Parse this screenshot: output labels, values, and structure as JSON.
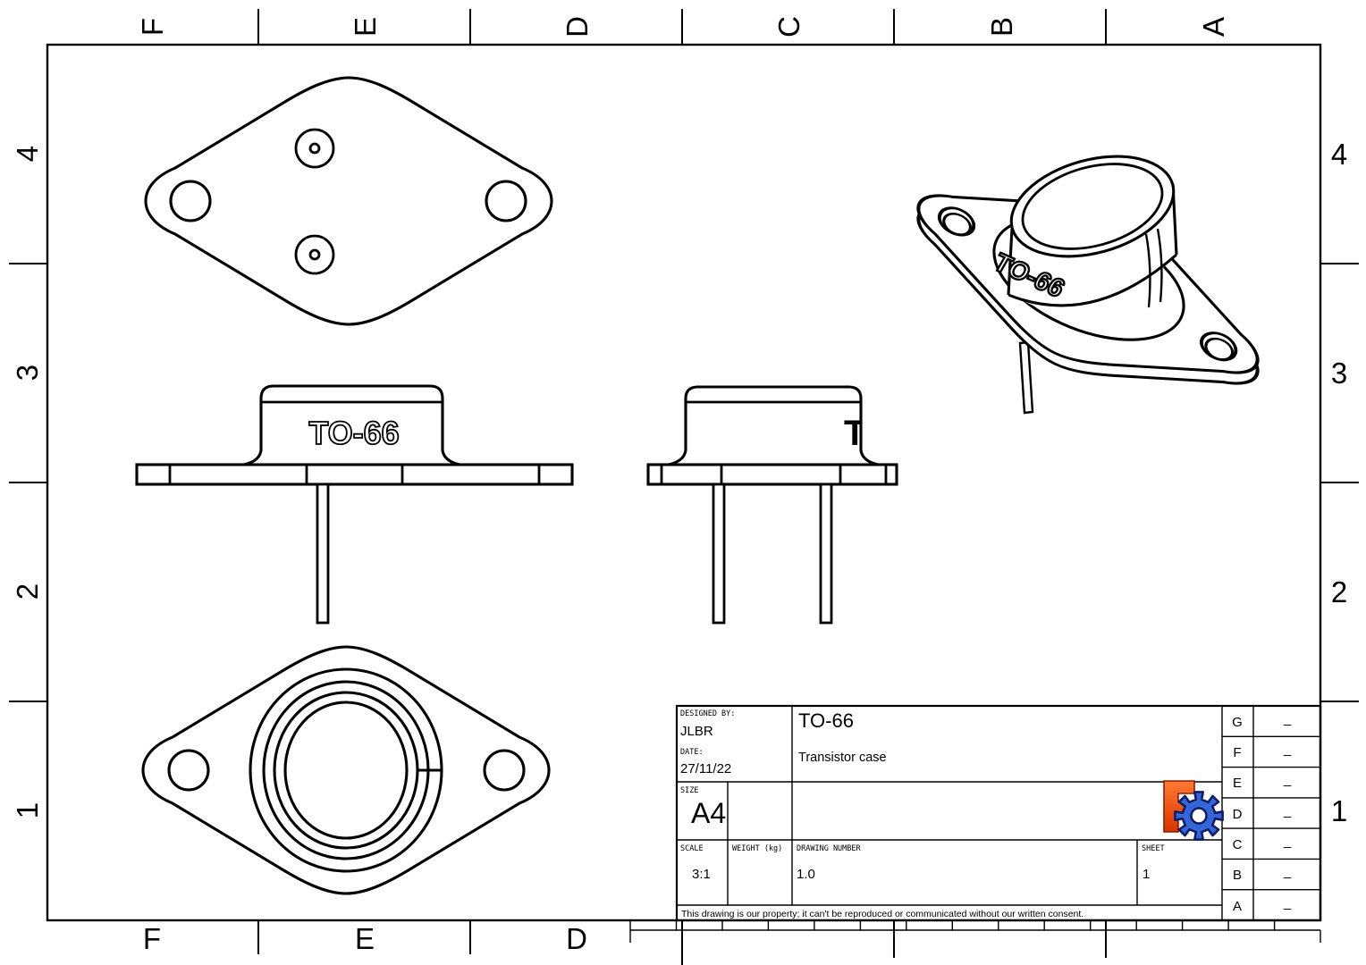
{
  "sheet": {
    "grid_columns": [
      "F",
      "E",
      "D",
      "C",
      "B",
      "A"
    ],
    "grid_rows": [
      "4",
      "3",
      "2",
      "1"
    ]
  },
  "title_block": {
    "designed_by_label": "DESIGNED BY:",
    "designed_by": "JLBR",
    "date_label": "DATE:",
    "date": "27/11/22",
    "title": "TO-66",
    "subtitle": "Transistor case",
    "size_label": "SIZE",
    "size": "A4",
    "scale_label": "SCALE",
    "scale": "3:1",
    "weight_label": "WEIGHT (kg)",
    "drawing_number_label": "DRAWING NUMBER",
    "drawing_number": "1.0",
    "sheet_label": "SHEET",
    "sheet_number": "1",
    "disclaimer": "This drawing is our property; it can't be reproduced or communicated without our written consent."
  },
  "revision_table": {
    "rows": [
      {
        "letter": "G",
        "value": "_"
      },
      {
        "letter": "F",
        "value": "_"
      },
      {
        "letter": "E",
        "value": "_"
      },
      {
        "letter": "D",
        "value": "_"
      },
      {
        "letter": "C",
        "value": "_"
      },
      {
        "letter": "B",
        "value": "_"
      },
      {
        "letter": "A",
        "value": "_"
      }
    ]
  },
  "part": {
    "marking_front": "TO-66",
    "marking_iso": "TO-66",
    "marking_side_partial": "T"
  },
  "logo": {
    "f_color_top": "#ff7a33",
    "f_color_bottom": "#d93400",
    "gear_color": "#3566d8"
  }
}
